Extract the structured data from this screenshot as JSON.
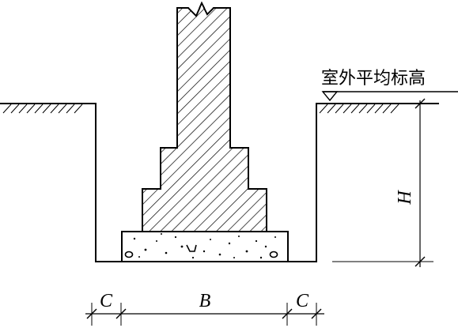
{
  "diagram": {
    "grade_label": "室外平均标高",
    "height_symbol": "H",
    "width_symbol": "B",
    "offset_left_symbol": "C",
    "offset_right_symbol": "C"
  }
}
